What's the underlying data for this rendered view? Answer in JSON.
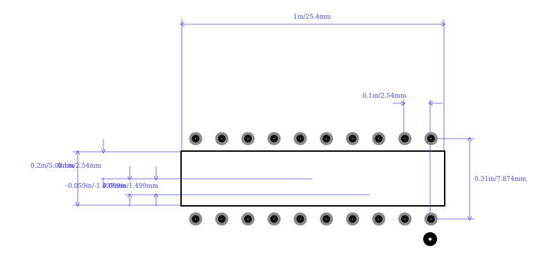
{
  "colors": {
    "background": "#ffffff",
    "dimension": "#4a4ad8",
    "outline": "#000000",
    "pad_ring": "#8a8a8a",
    "pad_hole": "#111111"
  },
  "dimensions": {
    "overall_width": "1in/25.4mm",
    "pin_pitch": "0.1in/2.54mm",
    "row_spacing": "0.31in/7.874mm",
    "left_a": "0.2in/5.08mm",
    "left_b": "0.1in/2.54mm",
    "left_c": "-0.059in/-1.499mm",
    "left_d": "0.059in/1.499mm"
  },
  "pins": {
    "top_row_count": 10,
    "bottom_row_count": 10,
    "pin1_marker": "filled dot"
  }
}
